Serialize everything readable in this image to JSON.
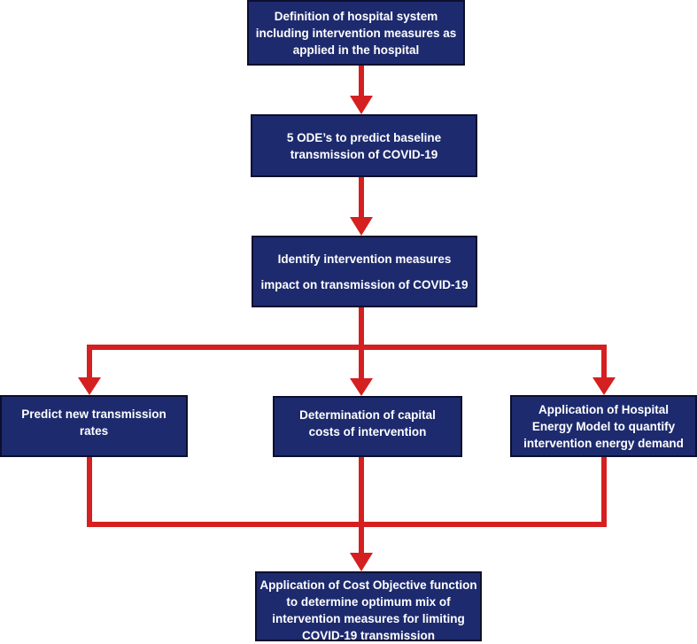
{
  "colors": {
    "box_fill": "#1d2a6e",
    "box_border": "#0b0f2e",
    "box_text": "#ffffff",
    "arrow": "#d42020"
  },
  "boxes": {
    "definition": {
      "lines": [
        "Definition of hospital system",
        "including intervention measures as",
        "applied in the hospital"
      ]
    },
    "ode": {
      "lines": [
        "5 ODE’s to predict baseline",
        "transmission of COVID-19"
      ]
    },
    "identify": {
      "lines": [
        "Identify intervention measures",
        "impact on transmission of COVID-19"
      ]
    },
    "predict": {
      "lines": [
        "Predict new transmission",
        "rates"
      ]
    },
    "capital": {
      "lines": [
        "Determination of capital",
        "costs of intervention"
      ]
    },
    "energy": {
      "lines": [
        "Application of Hospital",
        "Energy Model to quantify",
        "intervention energy demand"
      ]
    },
    "cost": {
      "lines": [
        "Application of Cost Objective function",
        "to determine optimum mix of",
        "intervention measures for limiting",
        "COVID-19 transmission"
      ]
    }
  }
}
